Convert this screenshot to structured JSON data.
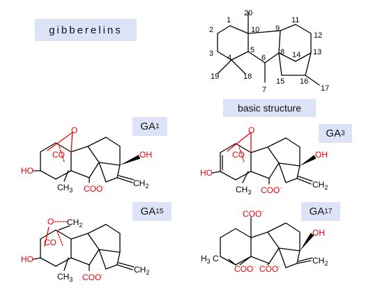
{
  "title": "gibberelins",
  "basic_label": "basic structure",
  "ga1": {
    "base": "GA",
    "sub": "1"
  },
  "ga3": {
    "base": "GA",
    "sub": "3"
  },
  "ga15": {
    "base": "GA",
    "sub": "15"
  },
  "ga17": {
    "base": "GA",
    "sub": "17"
  },
  "numbering": [
    "1",
    "2",
    "3",
    "4",
    "5",
    "6",
    "7",
    "8",
    "9",
    "10",
    "11",
    "12",
    "13",
    "14",
    "15",
    "16",
    "17",
    "18",
    "19",
    "20"
  ],
  "atom_labels": {
    "o": "O",
    "co": "CO",
    "ho": "HO",
    "oh": "OH",
    "ch3": "CH3",
    "h3c": "H3C",
    "coo": "COO",
    "minus": "-",
    "ch2": "CH2"
  },
  "colors": {
    "bond": "#000000",
    "hetero": "#ee0000",
    "label_box": "#dde3f7"
  }
}
